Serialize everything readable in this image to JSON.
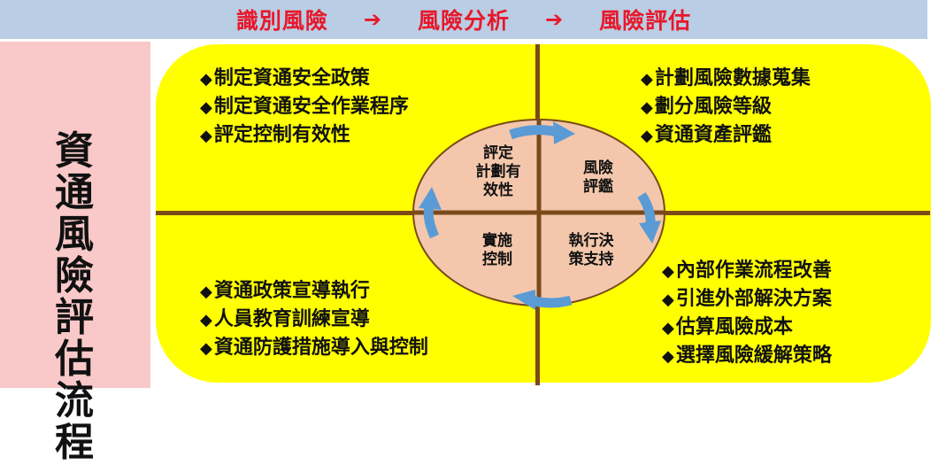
{
  "banner": {
    "steps": [
      "識別風險",
      "風險分析",
      "風險評估"
    ],
    "arrow": "➔"
  },
  "sidebar": {
    "title_chars": [
      "資",
      "通",
      "風",
      "險",
      "評",
      "估",
      "流",
      "程"
    ]
  },
  "bullet": "◆",
  "quadrants": {
    "top_left": [
      "制定資通安全政策",
      "制定資通安全作業程序",
      "評定控制有效性"
    ],
    "top_right": [
      "計劃風險數據蒐集",
      "劃分風險等級",
      "資通資產評鑑"
    ],
    "bottom_left": [
      "資通政策宣導執行",
      "人員教育訓練宣導",
      "資通防護措施導入與控制"
    ],
    "bottom_right": [
      "內部作業流程改善",
      "引進外部解決方案",
      "估算風險成本",
      "選擇風險緩解策略"
    ]
  },
  "cycle": {
    "top_left": [
      "評定",
      "計劃有",
      "效性"
    ],
    "top_right": [
      "風險",
      "評鑑"
    ],
    "bottom_left": [
      "實施",
      "控制"
    ],
    "bottom_right": [
      "執行決",
      "策支持"
    ]
  },
  "colors": {
    "banner_bg": "#b9cde4",
    "banner_text": "#e8172a",
    "sidebar_bg": "#f9c8c8",
    "board_bg": "#ffff00",
    "divider": "#7a4a1a",
    "ellipse_fill": "#f4c7ac",
    "cycle_arrow": "#5b9bd5"
  }
}
